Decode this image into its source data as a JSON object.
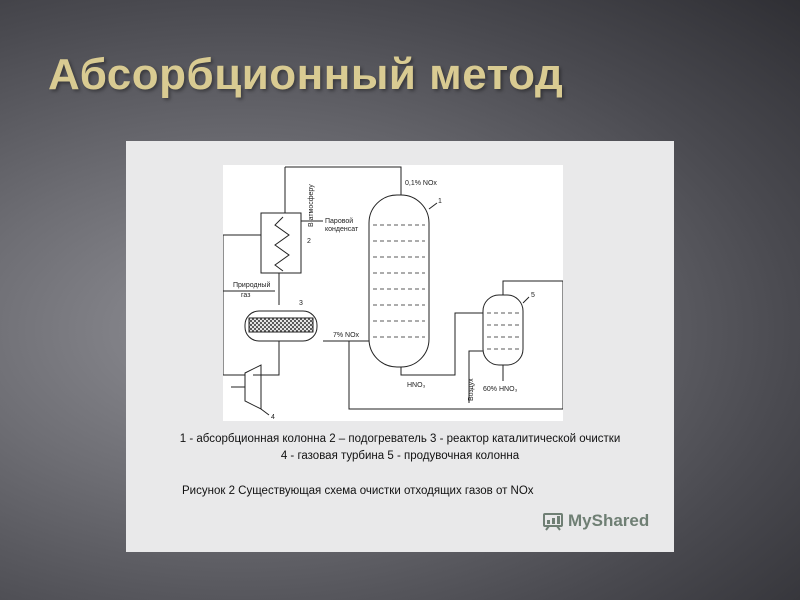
{
  "slide": {
    "title": "Абсорбционный метод"
  },
  "diagram": {
    "labels": {
      "to_atmosphere": "В атмосферу",
      "steam_condensate_1": "Паровой",
      "steam_condensate_2": "конденсат",
      "natural_gas_1": "Природный",
      "natural_gas_2": "газ",
      "top_nox": "0,1% NOx",
      "feed_nox": "7% NOx",
      "hno3_bottom": "HNO₃",
      "air": "Воздух",
      "hno3_product": "60% HNO₃",
      "n1": "1",
      "n2": "2",
      "n3": "3",
      "n4": "4",
      "n5": "5"
    },
    "legend_line_1": "1 - абсорбционная колонна 2 – подогреватель 3 - реактор каталитической очистки",
    "legend_line_2": "4 - газовая турбина 5 - продувочная колонна",
    "caption": "Рисунок 2 Существующая схема очистки отходящих газов от NOx"
  },
  "watermark": {
    "text": "MyShared",
    "icon": "myshared-logo-icon"
  },
  "colors": {
    "title": "#d9cb92",
    "panel": "#e9e9ea",
    "watermark": "#6f7f74"
  }
}
